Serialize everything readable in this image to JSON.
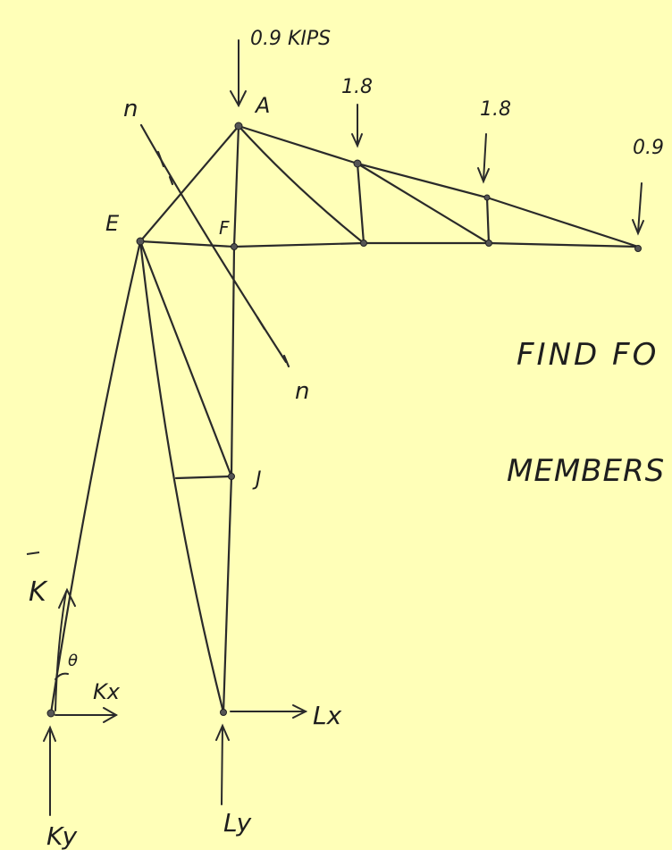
{
  "colors": {
    "paper": "#FFFFB8",
    "ink": "#1E1E1E"
  },
  "loads": {
    "A": "0.9 KIPS",
    "load2": "1.8",
    "load3": "1.8",
    "load4": "0.9"
  },
  "nodes": {
    "A": "A",
    "E": "E",
    "F": "F",
    "J": "J"
  },
  "section": {
    "top": "n",
    "bottom": "n"
  },
  "reactions": {
    "K": "K",
    "theta": "θ",
    "Kx": "Kx",
    "Ky": "Ky",
    "Lx": "Lx",
    "Ly": "Ly"
  },
  "notes": {
    "line1": "FIND FO",
    "line2": "MEMBERS"
  }
}
